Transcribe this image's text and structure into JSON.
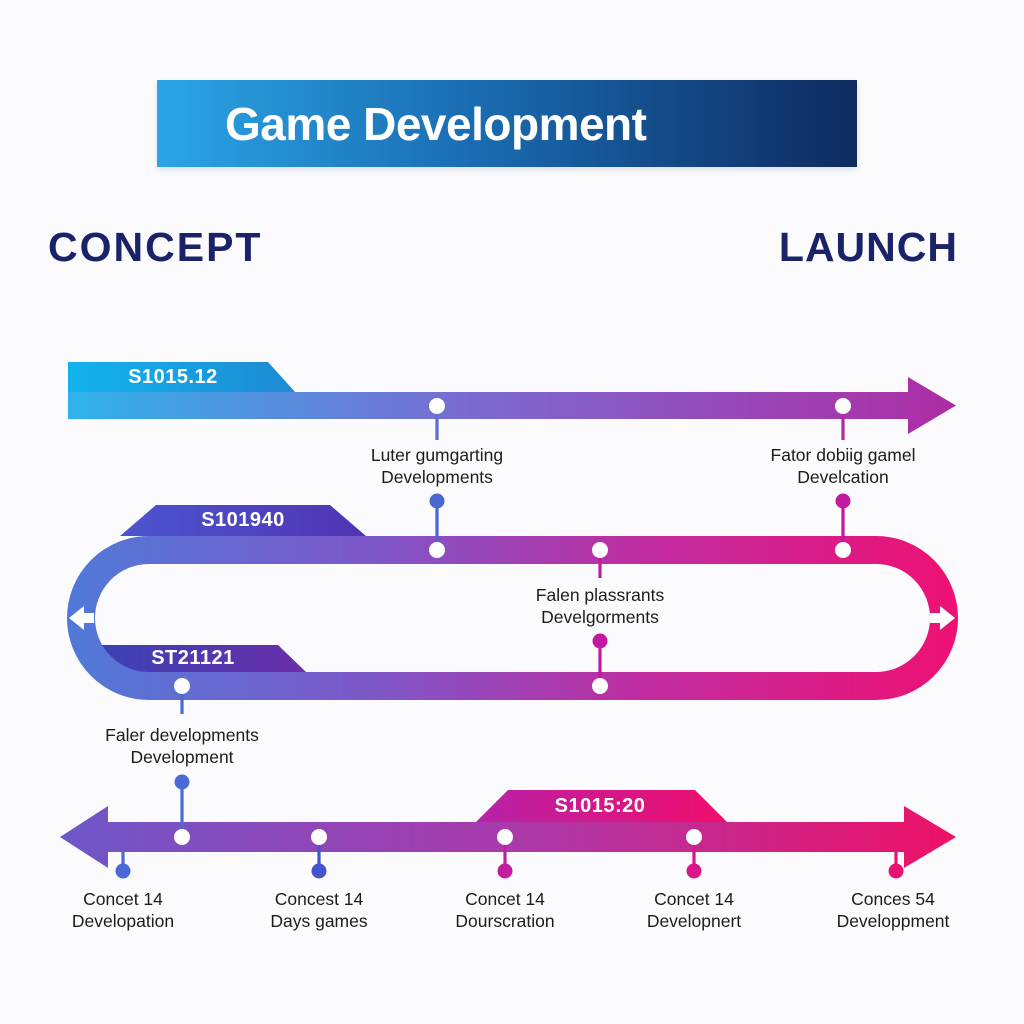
{
  "title": "Game Development",
  "headings": {
    "concept": "CONCEPT",
    "launch": "LAUNCH"
  },
  "phases": {
    "top": {
      "tag": "S1015.12",
      "milestones": [
        {
          "line1": "Luter gumgarting",
          "line2": "Developments"
        },
        {
          "line1": "Fator dobiig gamel",
          "line2": "Develcation"
        }
      ]
    },
    "middle": {
      "tag_top": "S101940",
      "tag_bottom": "ST21121",
      "milestones": [
        {
          "line1": "Falen plassrants",
          "line2": "Develgorments"
        },
        {
          "line1": "Faler developments",
          "line2": "Development"
        }
      ]
    },
    "bottom": {
      "tag": "S1015:20",
      "milestones": [
        {
          "line1": "Concet 14",
          "line2": "Developation"
        },
        {
          "line1": "Concest 14",
          "line2": "Days games"
        },
        {
          "line1": "Concet 14",
          "line2": "Dourscration"
        },
        {
          "line1": "Concet 14",
          "line2": "Developnert"
        },
        {
          "line1": "Conces 54",
          "line2": "Developpment"
        }
      ]
    }
  },
  "colors": {
    "banner_start": "#2BA5E5",
    "banner_end": "#0E2A5E",
    "heading_navy": "#1B2368",
    "bar1_start": "#2FB3EA",
    "bar1_end": "#AE2CA4",
    "tab1_start": "#12B3ED",
    "tab1_end": "#1E8AD3",
    "loop_start": "#4F7AD8",
    "loop_end": "#EE1173",
    "tab2_start": "#4C55D0",
    "tab2_end": "#5134B2",
    "tab3_start": "#3A41B5",
    "tab3_end": "#6B2FA8",
    "bar3_start": "#6E57C8",
    "bar3_end": "#EE1167",
    "tab4_start": "#B722A8",
    "tab4_end": "#F00E6B",
    "dot_blue": "#4A66D2",
    "dot_magenta": "#C318A0",
    "dot_pink": "#EA1170",
    "note_text": "#1C1C1C"
  }
}
